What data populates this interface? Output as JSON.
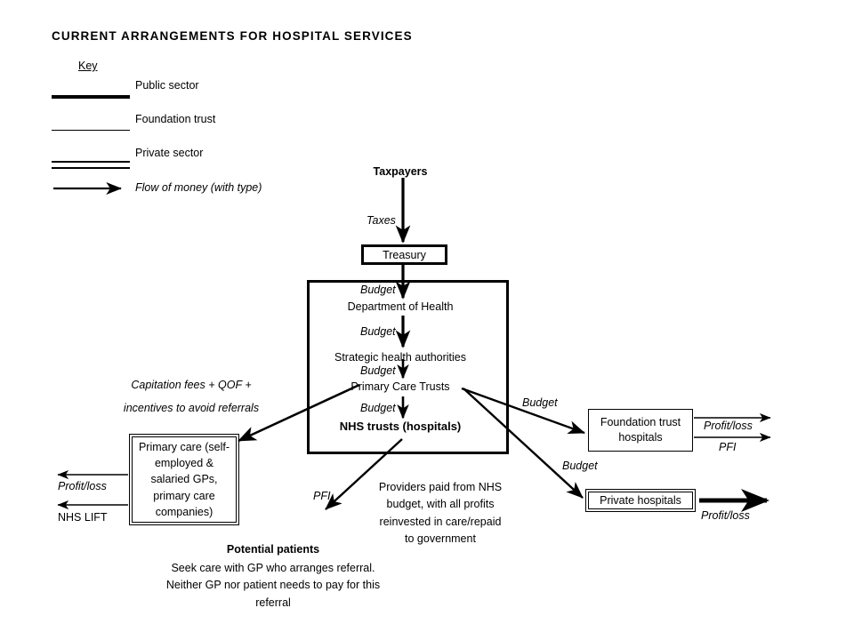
{
  "title": "CURRENT ARRANGEMENTS FOR HOSPITAL SERVICES",
  "key": {
    "heading": "Key",
    "items": [
      {
        "label": "Public sector",
        "style": "thick-line"
      },
      {
        "label": "Foundation trust",
        "style": "thin-line"
      },
      {
        "label": "Private sector",
        "style": "double-line"
      },
      {
        "label": "Flow of money (with type)",
        "style": "arrow"
      }
    ]
  },
  "nodes": {
    "taxpayers": "Taxpayers",
    "treasury": "Treasury",
    "department_of_health": "Department of Health",
    "strategic_health_authorities": "Strategic health authorities",
    "primary_care_trusts": "Primary Care Trusts",
    "nhs_trusts": "NHS trusts (hospitals)",
    "primary_care_line1": "Primary care (self-",
    "primary_care_line2": "employed &",
    "primary_care_line3": "salaried GPs,",
    "primary_care_line4": "primary care",
    "primary_care_line5": "companies)",
    "foundation_trust_hospitals_line1": "Foundation trust",
    "foundation_trust_hospitals_line2": "hospitals",
    "private_hospitals": "Private hospitals"
  },
  "flows": {
    "taxes": "Taxes",
    "budget_1": "Budget",
    "budget_2": "Budget",
    "budget_3": "Budget",
    "budget_4": "Budget",
    "budget_foundation": "Budget",
    "budget_private": "Budget",
    "capitation_line1": "Capitation fees + QOF +",
    "capitation_line2": "incentives to avoid referrals",
    "profit_loss_primary_care": "Profit/loss",
    "nhs_lift": "NHS LIFT",
    "pfi_nhs_trusts": "PFI",
    "profit_loss_foundation": "Profit/loss",
    "pfi_foundation": "PFI",
    "profit_loss_private": "Profit/loss"
  },
  "annotations": {
    "providers_line1": "Providers paid from NHS",
    "providers_line2": "budget, with all profits",
    "providers_line3": "reinvested in care/repaid",
    "providers_line4": "to government",
    "potential_patients_heading": "Potential patients",
    "potential_patients_line1": "Seek care with GP who arranges referral.",
    "potential_patients_line2": "Neither GP nor patient needs to pay for this",
    "potential_patients_line3": "referral"
  },
  "colors": {
    "ink": "#000000",
    "background": "#ffffff"
  }
}
